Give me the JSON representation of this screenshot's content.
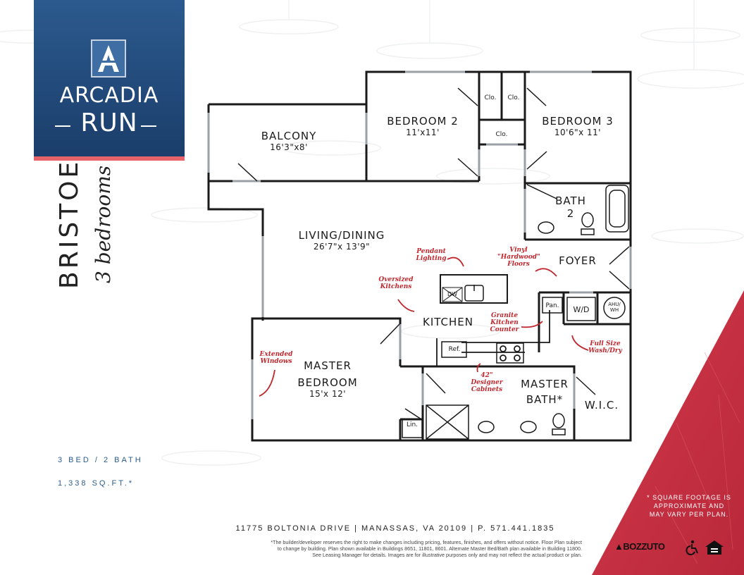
{
  "brand": {
    "name_line1": "ARCADIA",
    "name_line2": "RUN",
    "colors": {
      "navy": "#1f4676",
      "coral": "#e8626a",
      "red": "#c0282d"
    }
  },
  "plan_name": "BRISTOE",
  "plan_subtitle": "3 bedrooms",
  "stats": {
    "beds_baths": "3 BED / 2 BATH",
    "sqft": "1,338 SQ.FT.*"
  },
  "rooms": {
    "balcony": {
      "name": "BALCONY",
      "dims": "16'3\"x8'"
    },
    "bedroom2": {
      "name": "BEDROOM 2",
      "dims": "11'x11'"
    },
    "bedroom3": {
      "name": "BEDROOM 3",
      "dims": "10'6\"x 11'"
    },
    "bath2": {
      "name": "BATH 2"
    },
    "living": {
      "name": "LIVING/DINING",
      "dims": "26'7\"x 13'9\""
    },
    "foyer": {
      "name": "FOYER"
    },
    "kitchen": {
      "name": "KITCHEN"
    },
    "master": {
      "name_line1": "MASTER",
      "name_line2": "BEDROOM",
      "dims": "15'x 12'"
    },
    "master_bath": {
      "name_line1": "MASTER",
      "name_line2": "BATH*"
    },
    "wic": {
      "name": "W.I.C."
    }
  },
  "fixtures": {
    "clo": "Clo.",
    "pan": "Pan.",
    "ref": "Ref.",
    "lin": "Lin.",
    "wd": "W/D",
    "ahu": "AHU/ WH",
    "dw": "DW"
  },
  "notes": {
    "pendant": "Pendant Lighting",
    "vinyl": "Vinyl \"Hardwood\" Floors",
    "oversized": "Oversized Kitchens",
    "granite": "Granite Kitchen Counter",
    "fullsize": "Full Size Wash/Dry",
    "extended": "Extended Windows",
    "designer": "42\" Designer Cabinets"
  },
  "address": "11775 BOLTONIA DRIVE  |  MANASSAS, VA  20109  |  P. 571.441.1835",
  "disclaimer_line1": "*The builder/developer reserves the right to make changes including pricing, features, finishes, and offers without notice. Floor Plan subject",
  "disclaimer_line2": "to change by building. Plan shown available in Buildings 8651, 11801, 8601. Alternate Master Bed/Bath plan available in Building 11800.",
  "disclaimer_line3": "See Leasing Manager for details. Images are for illustrative purposes only and may not reflect the actual product or plan.",
  "sqft_note_line1": "* SQUARE FOOTAGE IS",
  "sqft_note_line2": "APPROXIMATE AND",
  "sqft_note_line3": "MAY VARY PER PLAN.",
  "logos": {
    "company": "BOZZUTO",
    "icons": [
      "accessibility-icon",
      "equal-housing-icon"
    ]
  }
}
